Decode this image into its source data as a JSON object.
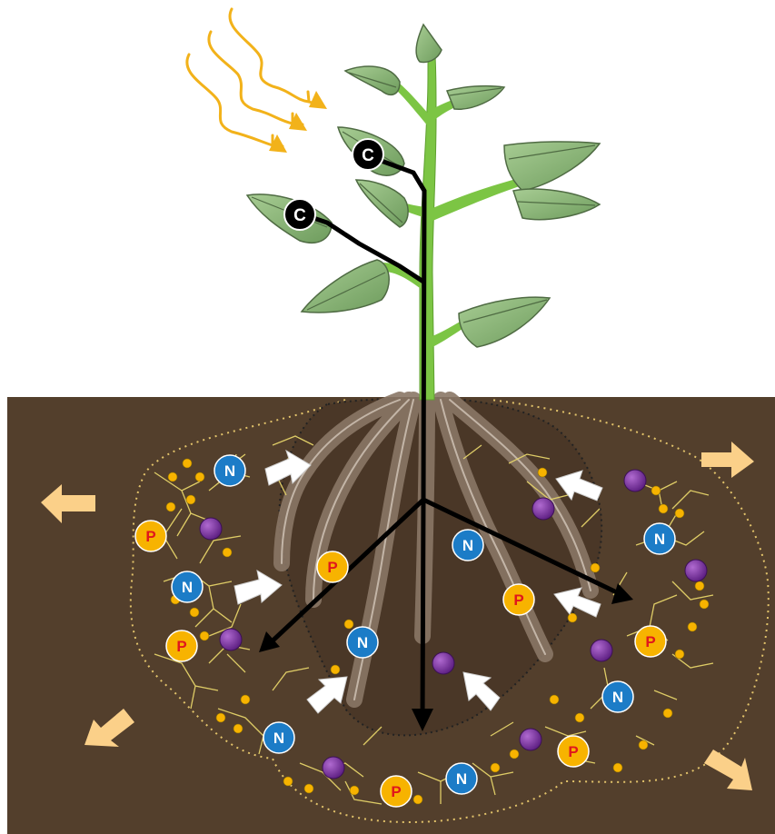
{
  "labels": {
    "carbon": "C",
    "nitrogen": "N",
    "phosphorus": "P"
  },
  "colors": {
    "soil": "#533f2c",
    "root": "#8a7766",
    "root_line": "#c3b5a7",
    "stem": "#7cc544",
    "leaf": "#8fbb78",
    "leaf_stroke": "#4f6b43",
    "sun_ray": "#f2b21a",
    "hyphae": "#e6d46a",
    "nitrogen": "#1c7cc7",
    "phosphorus": "#f7b300",
    "phosphorus_text": "#e0161c",
    "other_nutrient": "#7a2fa0",
    "expansion_arrow": "#fbd089",
    "carbon_flow": "#000000"
  },
  "icons": {
    "sun": "sun-ray-icon",
    "carbon": "carbon-c-icon",
    "nitrogen": "nitrogen-n-icon",
    "phosphorus": "phosphorus-p-icon",
    "other": "purple-nutrient-icon",
    "uptake": "white-arrow-icon",
    "expansion": "orange-arrow-icon"
  }
}
